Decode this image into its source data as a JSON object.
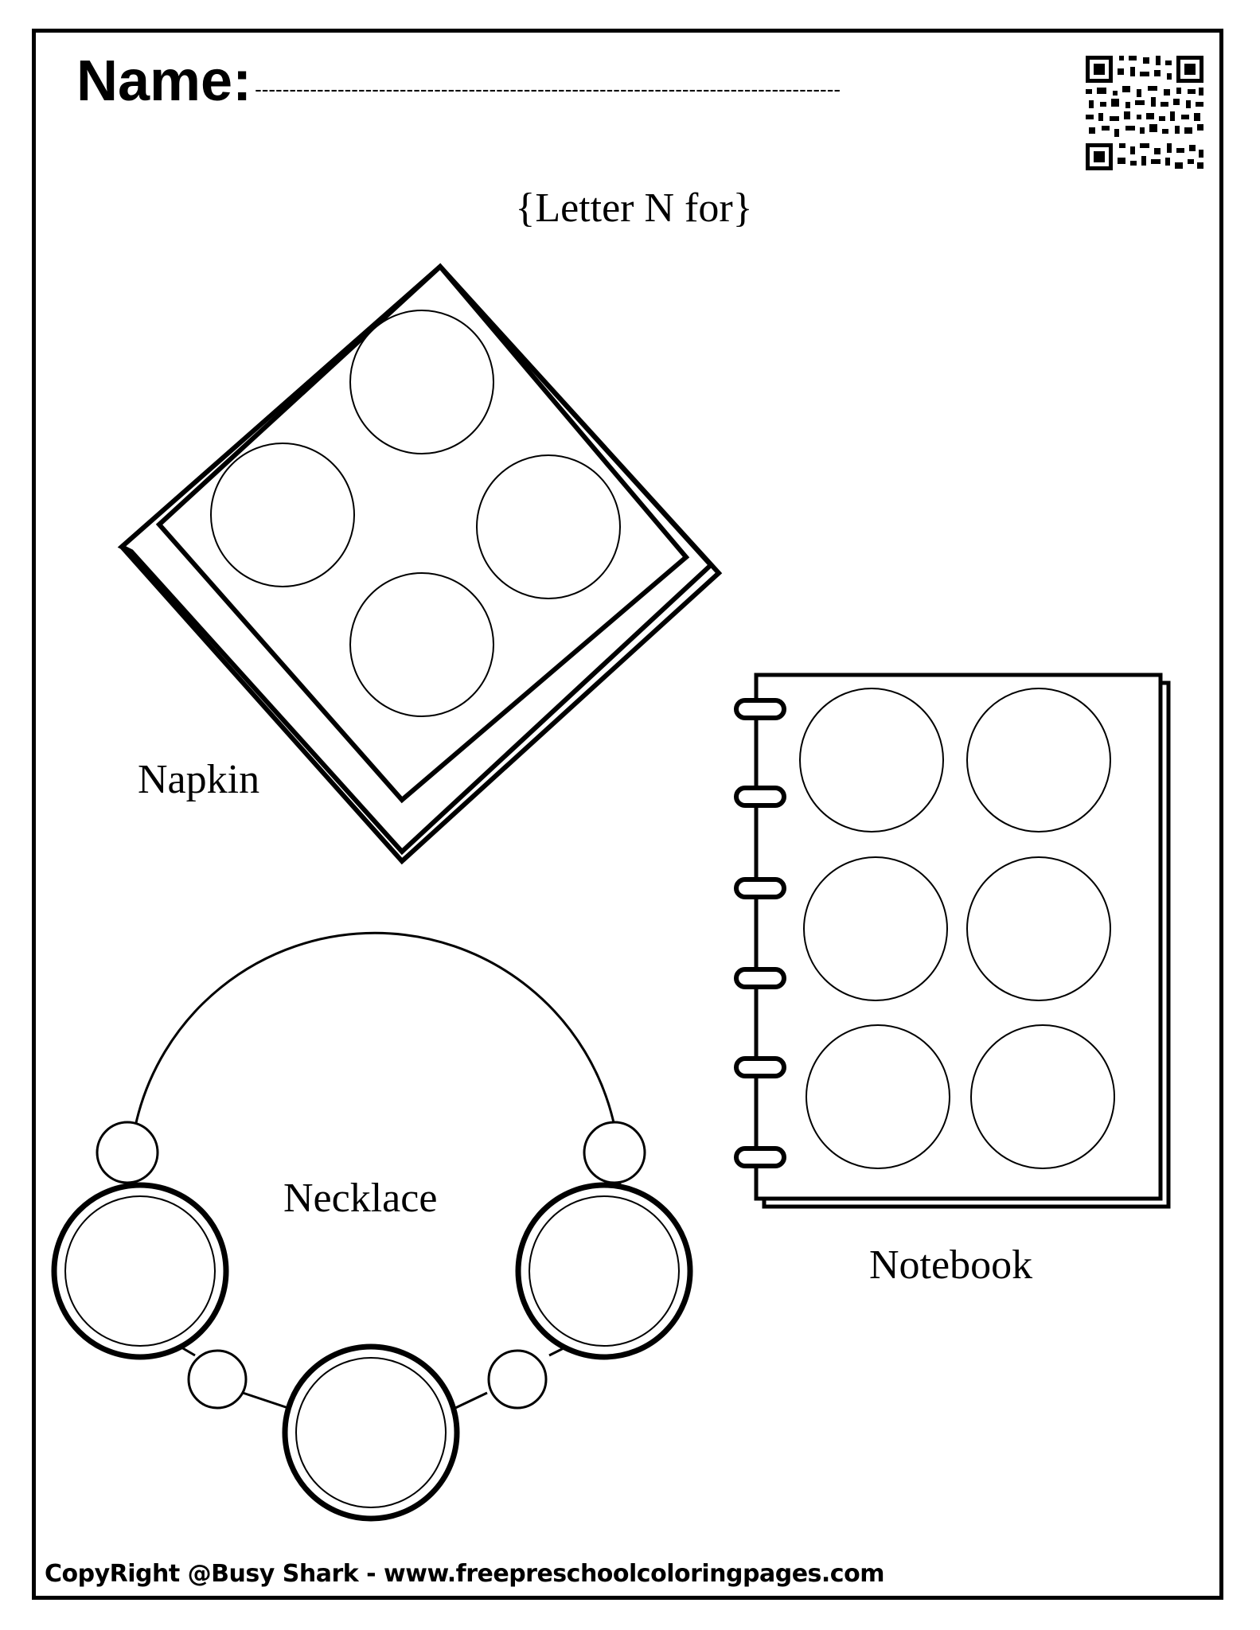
{
  "worksheet": {
    "name_label": "Name:",
    "name_line": "-------------------------------------------------------------------------------------",
    "title": "{Letter N for}",
    "items": {
      "napkin": "Napkin",
      "notebook": "Notebook",
      "necklace": "Necklace"
    },
    "footer": "CopyRight @Busy Shark - www.freepreschoolcoloringpages.com"
  },
  "icons": {
    "qr": "qr-code-icon"
  },
  "colors": {
    "ink": "#000000",
    "paper": "#ffffff"
  }
}
